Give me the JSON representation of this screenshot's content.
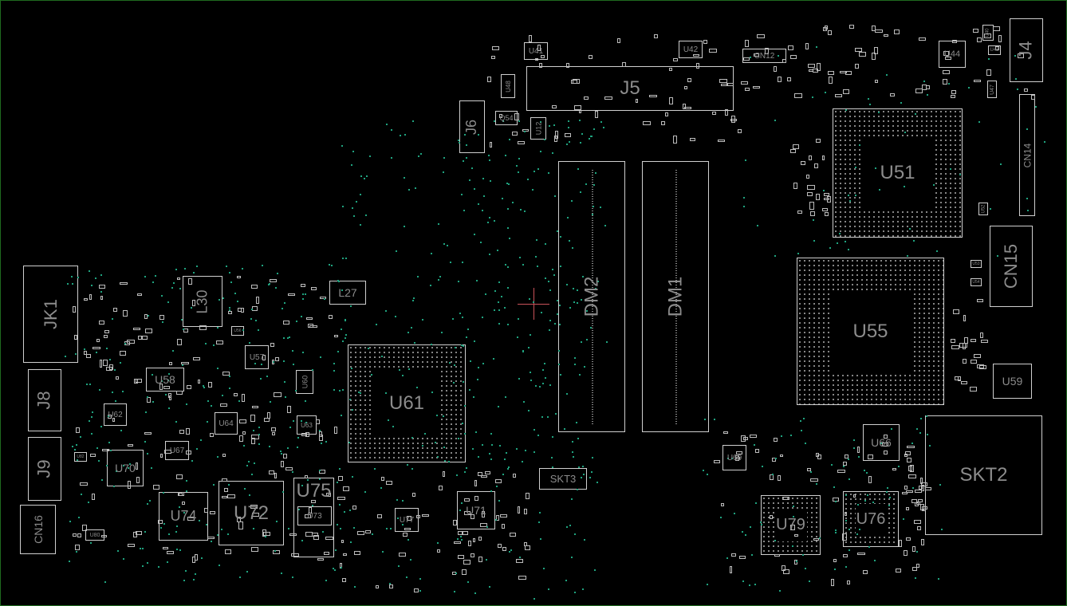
{
  "viewer": {
    "title": "Board layout view"
  },
  "components": {
    "J5": "J5",
    "U41": "U41",
    "U42": "U42",
    "CN12": "CN12",
    "U48": "U48",
    "Q54": "Q54",
    "U12": "U12",
    "J6": "J6",
    "J4": "J4",
    "U44": "U44",
    "U40": "U40",
    "U43": "U43",
    "U47": "U47",
    "U51": "U51",
    "CN14": "CN14",
    "U52": "U52",
    "CN15": "CN15",
    "U53": "U53",
    "U54": "U54",
    "U55": "U55",
    "U59": "U59",
    "DM2": "DM2",
    "DM1": "DM1",
    "L27": "L27",
    "L30": "L30",
    "JK1": "JK1",
    "J8": "J8",
    "J9": "J9",
    "CN16": "CN16",
    "U58": "U58",
    "U62": "U62",
    "U57": "U57",
    "U56": "U56",
    "U64": "U64",
    "U67": "U67",
    "U60": "U60",
    "U63": "U63",
    "U61": "U61",
    "U70": "U70",
    "U74": "U74",
    "U72": "U72",
    "U75": "U75",
    "U73": "U73",
    "U80": "U80",
    "U82": "U82",
    "U77": "U77",
    "U71": "U71",
    "SKT3": "SKT3",
    "U69": "U69",
    "U79": "U79",
    "U76": "U76",
    "U66": "U66",
    "SKT2": "SKT2"
  },
  "colors": {
    "outline": "#cfcfcf",
    "label": "#8c8c8c",
    "via": "#1fa37f",
    "cursor": "#c9525a",
    "border": "#1f6a1f"
  }
}
